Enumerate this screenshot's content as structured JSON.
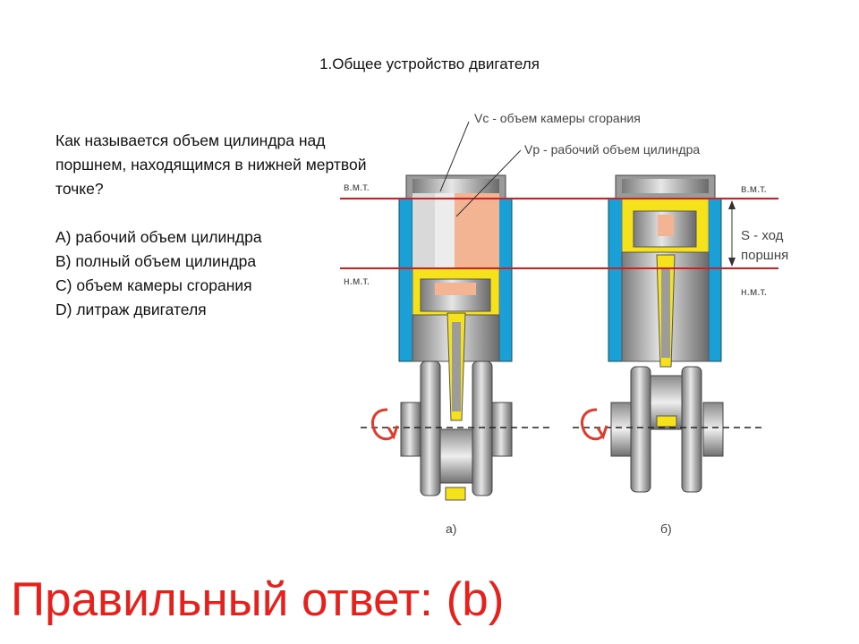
{
  "slide": {
    "title": "1.Общее устройство двигателя",
    "question": "Как называется объем цилиндра над\nпоршнем, находящимся в нижней мертвой\nточке?",
    "options": [
      "A) рабочий объем цилиндра",
      "B) полный объем цилиндра",
      "C) объем камеры сгорания",
      "D) литраж двигателя"
    ],
    "answer": "Правильный ответ: (b)"
  },
  "diagram": {
    "label_vc": "Vc - объем камеры сгорания",
    "label_vp": "Vр - рабочий объем цилиндра",
    "tdc_left": "в.м.т.",
    "bdc_left": "н.м.т.",
    "tdc_right": "в.м.т.",
    "bdc_right": "н.м.т.",
    "stroke_line1": "S - ход",
    "stroke_line2": "поршня",
    "caption_a": "а)",
    "caption_b": "б)",
    "colors": {
      "cylinder_wall": "#1a9fd6",
      "piston_yellow": "#f5e21b",
      "chamber_peach": "#f2b493",
      "dead_center_line": "#d21f1f",
      "rotation_arrow": "#e03a2a"
    }
  }
}
